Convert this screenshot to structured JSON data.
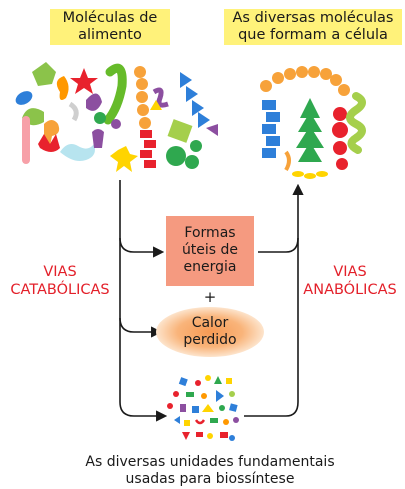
{
  "labels": {
    "food_molecules": [
      "Moléculas de",
      "alimento"
    ],
    "cell_molecules": [
      "As diversas moléculas",
      "que formam a célula"
    ],
    "catabolic": [
      "VIAS",
      "CATABÓLICAS"
    ],
    "anabolic": [
      "VIAS",
      "ANABÓLICAS"
    ],
    "useful_energy": [
      "Formas",
      "úteis de",
      "energia"
    ],
    "plus": "+",
    "lost_heat": [
      "Calor",
      "perdido"
    ],
    "building_blocks": [
      "As diversas unidades fundamentais",
      "usadas para biossíntese"
    ]
  },
  "colors": {
    "highlight_yellow": "#fff27a",
    "energy_box": "#f59a80",
    "heat_glow": "#f7a35c",
    "pathway_label_red": "#e3202a",
    "arrow": "#1a1a1a"
  }
}
